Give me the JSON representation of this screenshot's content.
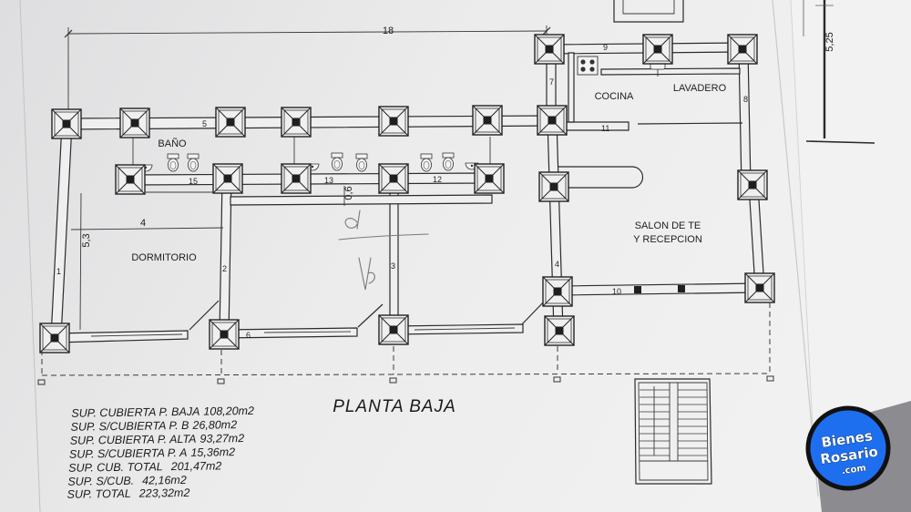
{
  "drawing": {
    "title": "PLANTA BAJA",
    "rooms": {
      "bano": "BAÑO",
      "dormitorio": "DORMITORIO",
      "cocina": "COCINA",
      "lavadero": "LAVADERO",
      "salon_line1": "SALON DE TE",
      "salon_line2": "Y RECEPCION"
    },
    "dimensions": {
      "total_width": "18",
      "depth": "5,3",
      "bedroom_width": "4",
      "bath_gap": "0,6",
      "side_depth": "5,25"
    },
    "wall_numbers": [
      "1",
      "2",
      "3",
      "4",
      "5",
      "6",
      "7",
      "8",
      "9",
      "10",
      "11",
      "12",
      "13",
      "15"
    ]
  },
  "surfaces": [
    {
      "label": "SUP. CUBIERTA P. BAJA",
      "value": "108,20m2"
    },
    {
      "label": "SUP. S/CUBIERTA P. B",
      "value": "26,80m2"
    },
    {
      "label": "SUP. CUBIERTA P. ALTA",
      "value": "93,27m2"
    },
    {
      "label": "SUP. S/CUBIERTA P. A",
      "value": "15,36m2"
    },
    {
      "label": "SUP. CUB. TOTAL",
      "value": "201,47m2"
    },
    {
      "label": "SUP. S/CUB.",
      "value": "42,16m2"
    },
    {
      "label": "SUP. TOTAL",
      "value": "223,32m2"
    }
  ],
  "logo": {
    "line1": "Bienes",
    "line2": "Rosario",
    "line3": ".com",
    "color": "#1e6ff0"
  },
  "colors": {
    "paper": "#ededed",
    "ink": "#2b2b2b",
    "pencil": "#7a7a7a"
  }
}
